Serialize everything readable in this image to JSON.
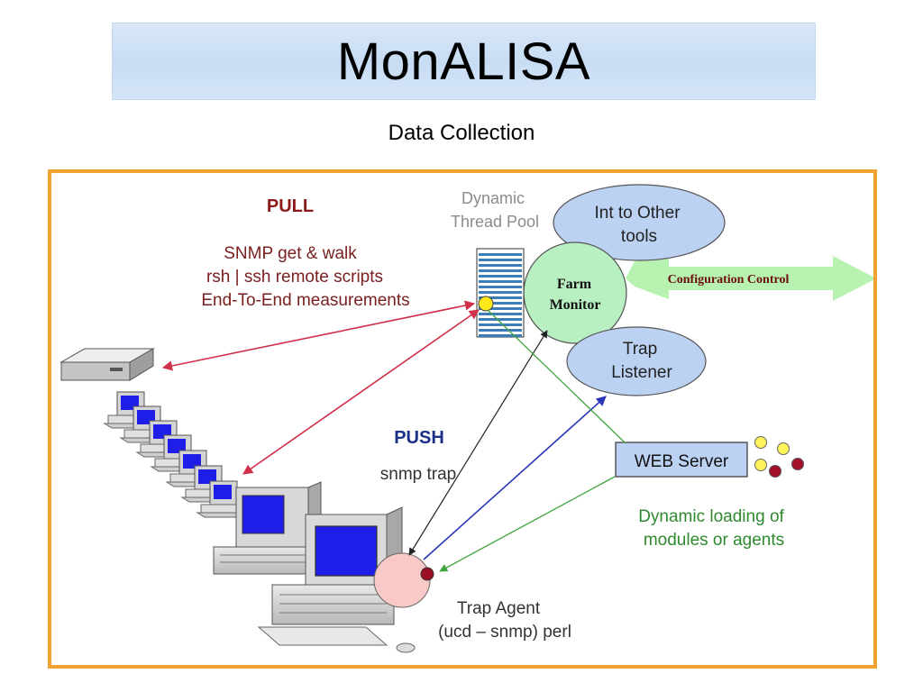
{
  "title": "MonALISA",
  "subtitle": "Data Collection",
  "diagram": {
    "pull": {
      "heading": "PULL",
      "lines": [
        "SNMP  get & walk",
        "rsh | ssh remote scripts",
        "End-To-End measurements"
      ]
    },
    "thread_pool": {
      "lines": [
        "Dynamic",
        "Thread Pool"
      ]
    },
    "int_other": {
      "lines": [
        "Int to Other",
        "tools"
      ]
    },
    "farm_monitor": {
      "lines": [
        "Farm",
        "Monitor"
      ]
    },
    "config_control": "Configuration Control",
    "trap_listener": {
      "lines": [
        "Trap",
        "Listener"
      ]
    },
    "push": {
      "heading": "PUSH",
      "sub": "snmp trap"
    },
    "web_server": "WEB Server",
    "dynamic_loading": {
      "lines": [
        "Dynamic loading of",
        "modules or agents"
      ]
    },
    "trap_agent": {
      "lines": [
        "Trap Agent",
        "(ucd – snmp) perl"
      ]
    },
    "colors": {
      "frame": "#f2a233",
      "pull_heading": "#8b1a1a",
      "pull_text": "#7a2020",
      "push_heading": "#1c2f86",
      "ellipse_blue": "#bcd2f3",
      "ellipse_green": "#b8f0c2",
      "arrow_red": "#d0304a",
      "arrow_blue": "#2b35b8",
      "arrow_green": "#3fa53f",
      "dynamic_text": "#2f8a2f"
    }
  }
}
